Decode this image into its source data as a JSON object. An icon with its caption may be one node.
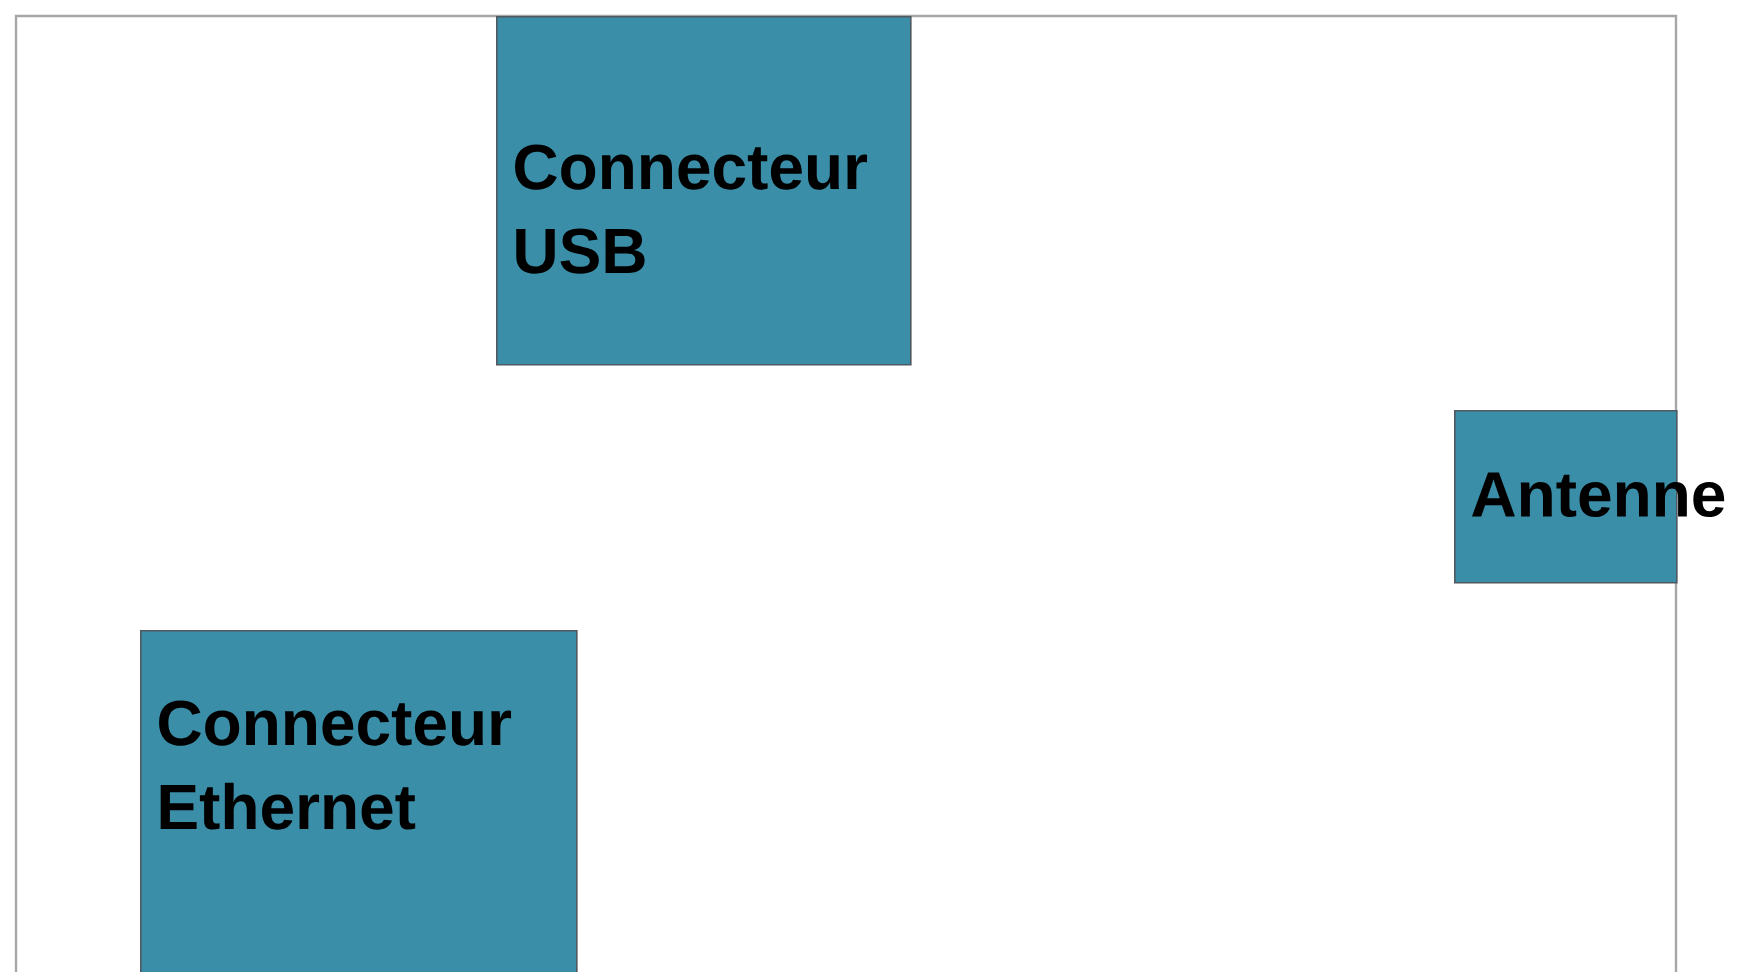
{
  "diagram": {
    "nodes": [
      {
        "text": [
          "Connecteur USB"
        ]
      },
      {
        "text": [
          "Antenne"
        ]
      },
      {
        "text": [
          "Connecteur Ethernet"
        ]
      }
    ]
  }
}
